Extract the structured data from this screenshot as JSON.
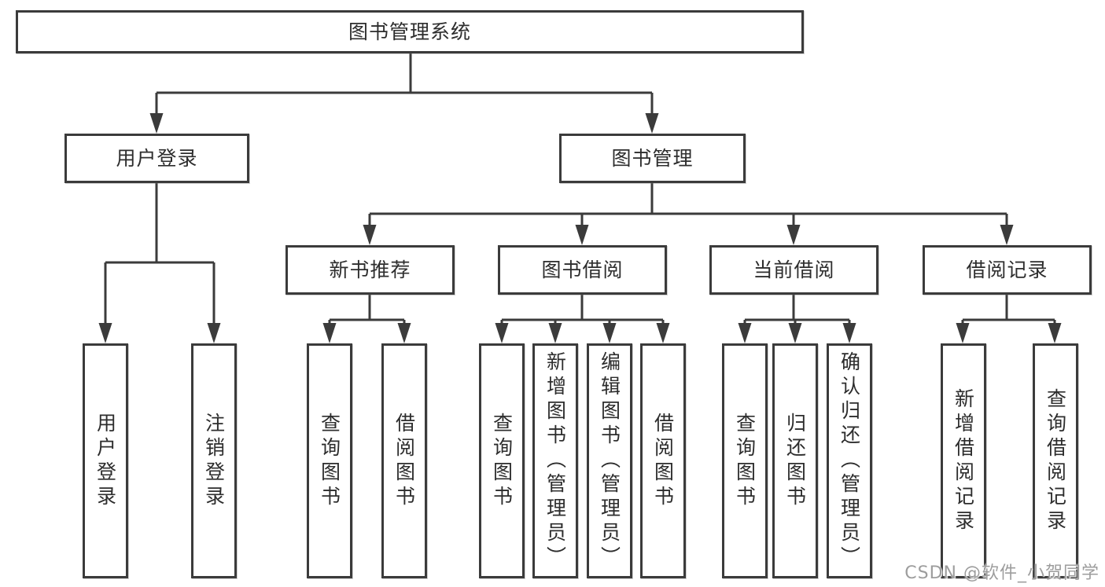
{
  "colors": {
    "background": "#ffffff",
    "line": "#3b3b3b",
    "box_border": "#3b3b3b",
    "text": "#2d2d2d",
    "watermark": "#9d9d9d"
  },
  "diagram": {
    "type": "hierarchy-tree",
    "root": {
      "label": "图书管理系统"
    },
    "level2": [
      {
        "label": "用户登录"
      },
      {
        "label": "图书管理"
      }
    ],
    "level3": [
      {
        "label": "新书推荐",
        "parent": "图书管理"
      },
      {
        "label": "图书借阅",
        "parent": "图书管理"
      },
      {
        "label": "当前借阅",
        "parent": "图书管理"
      },
      {
        "label": "借阅记录",
        "parent": "图书管理"
      }
    ],
    "leaves": [
      {
        "label": "用户登录",
        "parent": "用户登录"
      },
      {
        "label": "注销登录",
        "parent": "用户登录"
      },
      {
        "label": "查询图书",
        "parent": "新书推荐"
      },
      {
        "label": "借阅图书",
        "parent": "新书推荐"
      },
      {
        "label": "查询图书",
        "parent": "图书借阅"
      },
      {
        "label": "新增图书（管理员）",
        "parent": "图书借阅"
      },
      {
        "label": "编辑图书（管理员）",
        "parent": "图书借阅"
      },
      {
        "label": "借阅图书",
        "parent": "图书借阅"
      },
      {
        "label": "查询图书",
        "parent": "当前借阅"
      },
      {
        "label": "归还图书",
        "parent": "当前借阅"
      },
      {
        "label": "确认归还（管理员）",
        "parent": "当前借阅"
      },
      {
        "label": "新增借阅记录",
        "parent": "借阅记录"
      },
      {
        "label": "查询借阅记录",
        "parent": "借阅记录"
      }
    ]
  },
  "watermark": {
    "text": "CSDN @软件_小贺同学"
  }
}
